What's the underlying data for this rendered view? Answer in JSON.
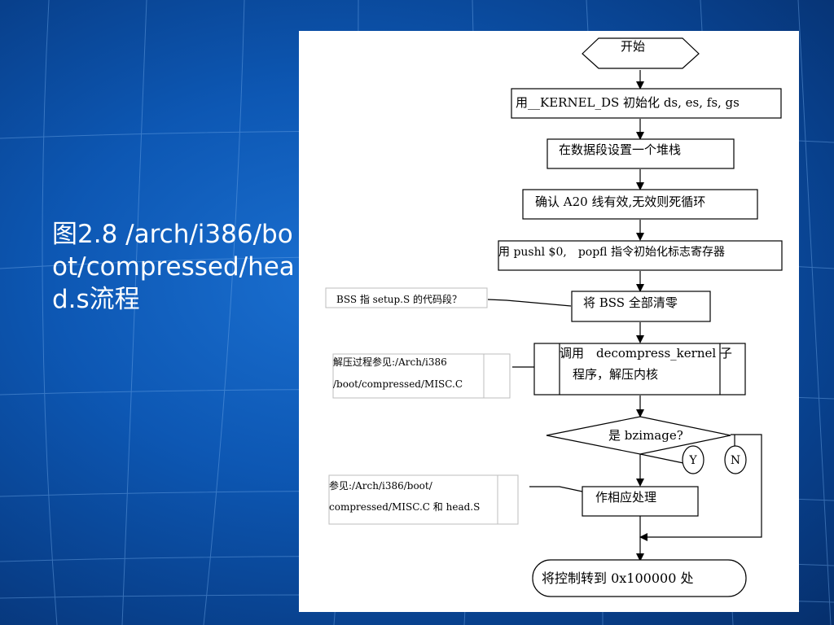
{
  "slide": {
    "title": "图2.8 /arch/i386/boot/compressed/head.s流程"
  },
  "flowchart": {
    "start": "开始",
    "step1": "用__KERNEL_DS 初始化 ds, es, fs, gs",
    "step2": "在数据段设置一个堆栈",
    "step3": "确认 A20 线有效,无效则死循环",
    "step4": "用 pushl $0,　popfl 指令初始化标志寄存器",
    "step5": "将 BSS 全部清零",
    "step6_line1": "调用　decompress_kernel 子",
    "step6_line2": "程序，解压内核",
    "decision": "是 bzimage?",
    "yes": "Y",
    "no": "N",
    "step7": "作相应处理",
    "end": "将控制转到 0x100000 处",
    "note_bss": "BSS 指 setup.S 的代码段？",
    "note_decompress_line1": "解压过程参见:/Arch/i386",
    "note_decompress_line2": "/boot/compressed/MISC.C",
    "note_ref_line1": "参见:/Arch/i386/boot/",
    "note_ref_line2": "compressed/MISC.C 和 head.S"
  }
}
